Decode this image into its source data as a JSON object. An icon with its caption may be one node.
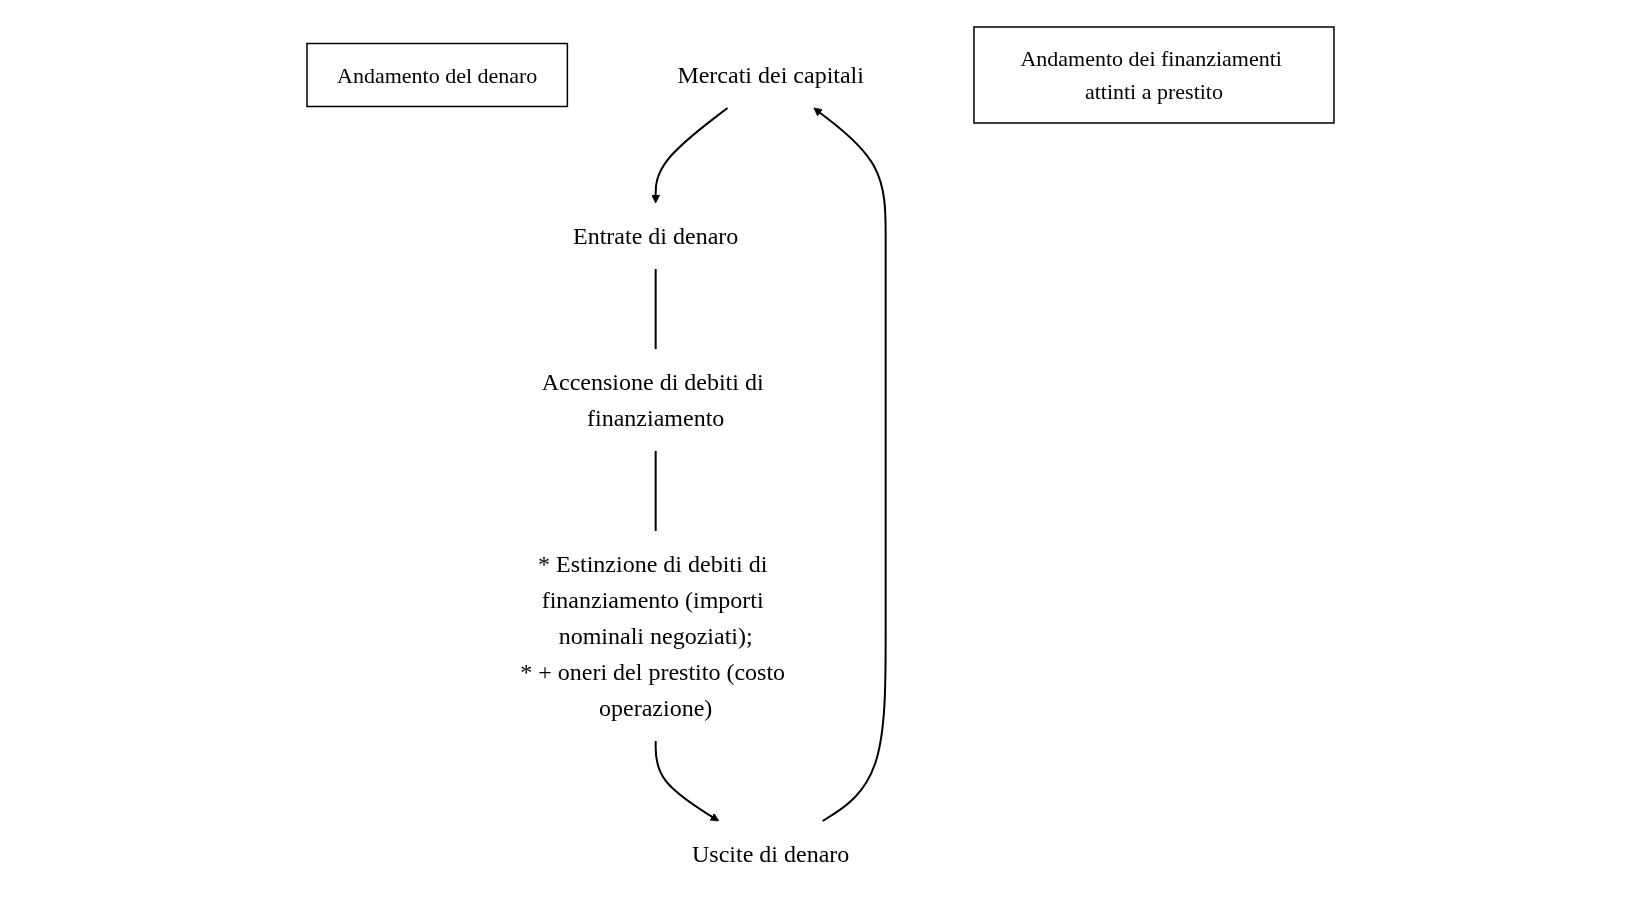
{
  "diagram": {
    "nodes": [
      {
        "text": [
          "Andamento del denaro"
        ]
      },
      {
        "text": [
          "Mercati dei capitali"
        ]
      },
      {
        "text": [
          "Entrate di denaro"
        ]
      },
      {
        "text": [
          "Uscite di denaro"
        ]
      },
      {
        "text": [
          "Andamento dei finanziamenti attinti a prestito"
        ]
      },
      {
        "text": [
          "Accensione di debiti di finanziamento"
        ]
      },
      {
        "text": [
          "* Estinzione di debiti di finanziamento (importi nominali negoziati);",
          "* + oneri del prestito (costo operazione)"
        ]
      }
    ],
    "edges": [
      {
        "from": 1,
        "to": 2,
        "arrow": "to"
      },
      {
        "from": 3,
        "to": 1,
        "arrow": "to"
      },
      {
        "from": 2,
        "to": 5,
        "arrow": "none"
      },
      {
        "from": 5,
        "to": 6,
        "arrow": "none"
      },
      {
        "from": 6,
        "to": 3,
        "arrow": "to"
      }
    ]
  }
}
